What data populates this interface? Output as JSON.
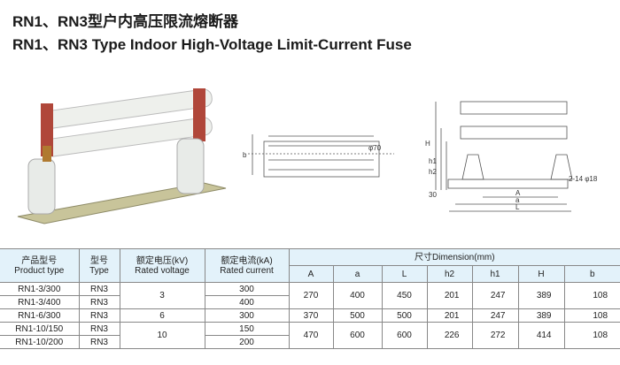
{
  "title_cn": "RN1、RN3型户内高压限流熔断器",
  "title_en": "RN1、RN3 Type Indoor High-Voltage Limit-Current Fuse",
  "drawing_labels": {
    "b": "b",
    "phi70": "φ70",
    "H": "H",
    "h1": "h1",
    "h2": "h2",
    "d30": "30",
    "A": "A",
    "a": "a",
    "L": "L",
    "holes": "2-14 φ18"
  },
  "table": {
    "headers": {
      "product_cn": "产品型号",
      "product_en": "Product type",
      "type_cn": "型号",
      "type_en": "Type",
      "voltage_cn": "额定电压(kV)",
      "voltage_en": "Rated voltage",
      "current_cn": "额定电流(kA)",
      "current_en": "Rated current",
      "dimension": "尺寸Dimension(mm)",
      "dims": [
        "A",
        "a",
        "L",
        "h2",
        "h1",
        "H",
        "b"
      ]
    },
    "rows": [
      {
        "product": "RN1-3/300",
        "type": "RN3",
        "current": "300"
      },
      {
        "product": "RN1-3/400",
        "type": "RN3",
        "current": "400"
      },
      {
        "product": "RN1-6/300",
        "type": "RN3",
        "current": "300"
      },
      {
        "product": "RN1-10/150",
        "type": "RN3",
        "current": "150"
      },
      {
        "product": "RN1-10/200",
        "type": "RN3",
        "current": "200"
      }
    ],
    "voltages": [
      "3",
      "6",
      "10"
    ],
    "dim_groups": [
      [
        "270",
        "400",
        "450",
        "201",
        "247",
        "389",
        "108"
      ],
      [
        "370",
        "500",
        "500",
        "201",
        "247",
        "389",
        "108"
      ],
      [
        "470",
        "600",
        "600",
        "226",
        "272",
        "414",
        "108"
      ]
    ]
  }
}
